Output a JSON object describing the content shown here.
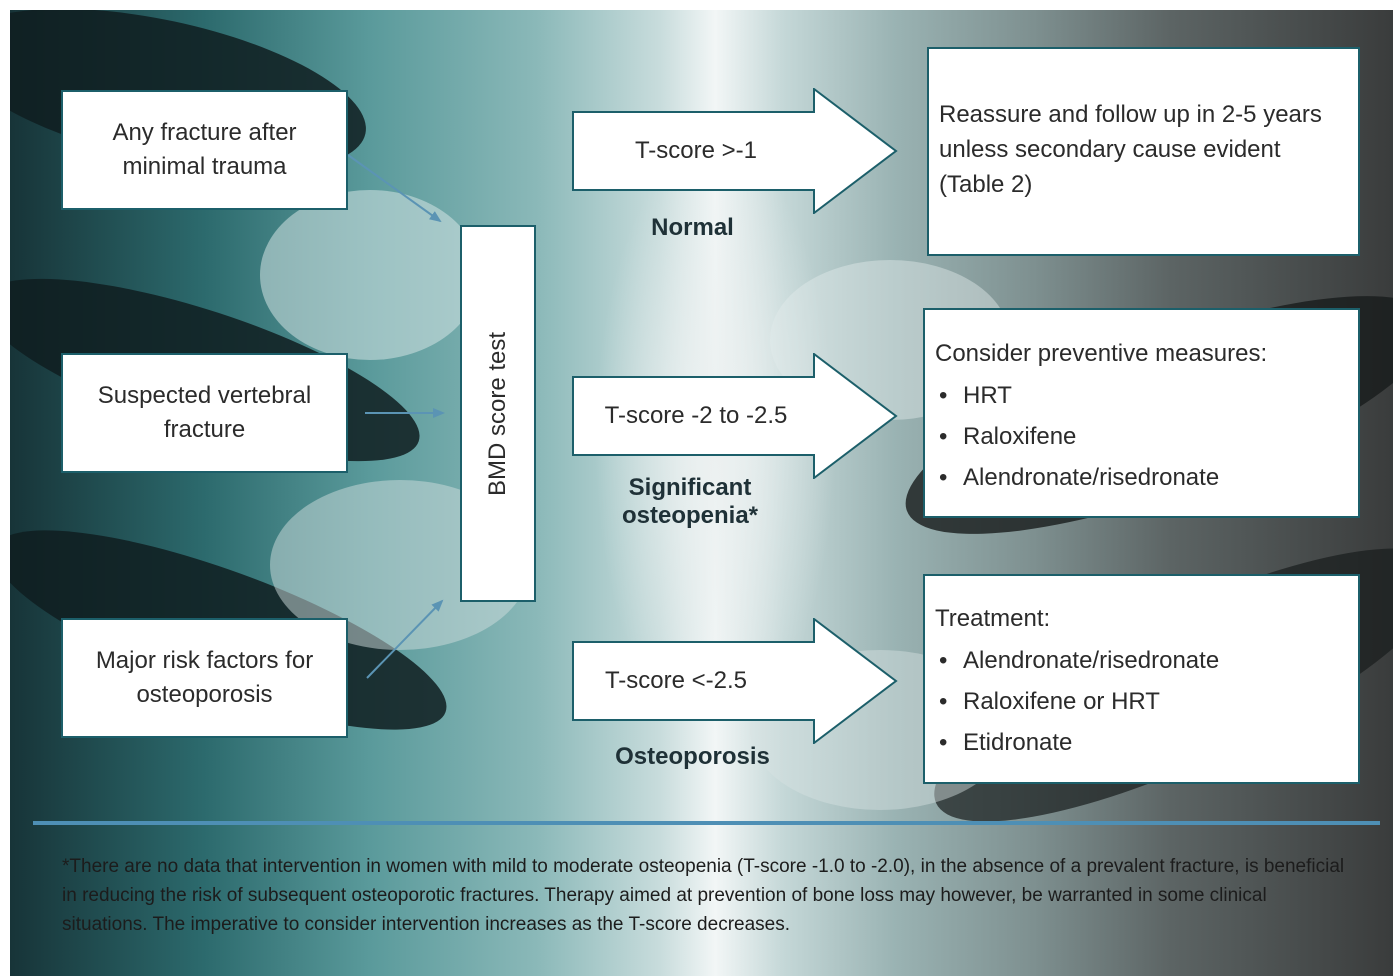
{
  "inputs": [
    {
      "label": "Any fracture after minimal trauma"
    },
    {
      "label": "Suspected vertebral fracture"
    },
    {
      "label": "Major risk factors for osteoporosis"
    }
  ],
  "test": {
    "label": "BMD score test"
  },
  "branches": [
    {
      "criterion": "T-score >-1",
      "category": "Normal"
    },
    {
      "criterion": "T-score -2 to -2.5",
      "category": "Significant osteopenia*"
    },
    {
      "criterion": "T-score <-2.5",
      "category": "Osteoporosis"
    }
  ],
  "outcomes": {
    "normal": {
      "text": "Reassure and follow up in 2-5 years unless secondary cause evident (Table 2)"
    },
    "osteopenia": {
      "heading": "Consider preventive measures:",
      "items": [
        "HRT",
        "Raloxifene",
        "Alendronate/risedronate"
      ]
    },
    "osteoporosis": {
      "heading": "Treatment:",
      "items": [
        "Alendronate/risedronate",
        "Raloxifene or HRT",
        "Etidronate"
      ]
    }
  },
  "footnote": "*There are no data that intervention in women with mild to moderate osteopenia (T-score -1.0 to -2.0), in the absence of a prevalent fracture, is beneficial in reducing the risk of subsequent osteoporotic fractures. Therapy aimed at prevention of bone loss may however, be warranted in some clinical situations. The imperative to consider intervention increases as the T-score decreases.",
  "colors": {
    "box_border": "#1c5f6a",
    "connector": "#5b94b4",
    "rule": "#4e8fb5",
    "category_text": "#1f3137"
  }
}
